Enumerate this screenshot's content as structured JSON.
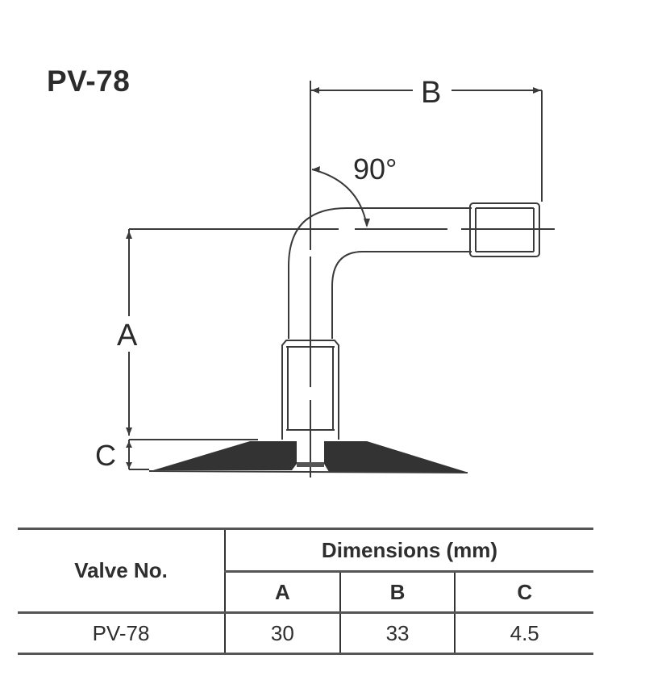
{
  "title": "PV-78",
  "diagram": {
    "dimension_labels": {
      "A": "A",
      "B": "B",
      "C": "C",
      "angle": "90°"
    },
    "colors": {
      "line": "#3a3a3a",
      "base_fill": "#333333",
      "background": "#ffffff"
    }
  },
  "table": {
    "header_valve": "Valve No.",
    "header_dimensions": "Dimensions (mm)",
    "columns": [
      "A",
      "B",
      "C"
    ],
    "rows": [
      {
        "valve": "PV-78",
        "A": "30",
        "B": "33",
        "C": "4.5"
      }
    ]
  }
}
